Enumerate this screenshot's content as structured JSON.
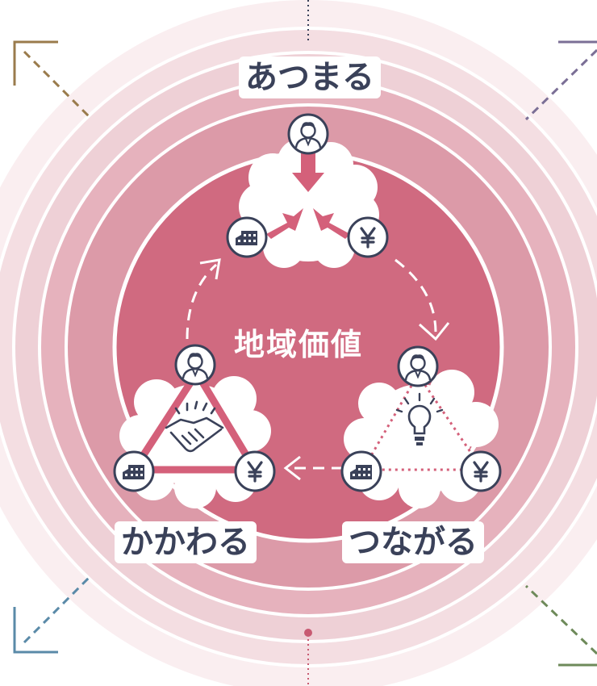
{
  "center": {
    "label": "地域価値"
  },
  "stages": {
    "top": {
      "label": "あつまる"
    },
    "right": {
      "label": "つながる"
    },
    "left": {
      "label": "かかわる"
    }
  },
  "icons": {
    "person": "person-icon",
    "building": "building-icon",
    "money": "yen-icon",
    "idea": "lightbulb-icon",
    "handshake": "handshake-icon"
  },
  "colors": {
    "ring_outer": "#f8e5e8",
    "ring_mid1": "#f0d2d7",
    "ring_mid2": "#e3a9b4",
    "ring_mid3": "#da93a1",
    "core": "#d06a80",
    "arrow": "#d4607a",
    "dark": "#3a4159",
    "corner_tl": "#9a7b4c",
    "corner_tr": "#7b6f96",
    "corner_bl": "#5a8aa8",
    "corner_br": "#6e8a5a"
  }
}
